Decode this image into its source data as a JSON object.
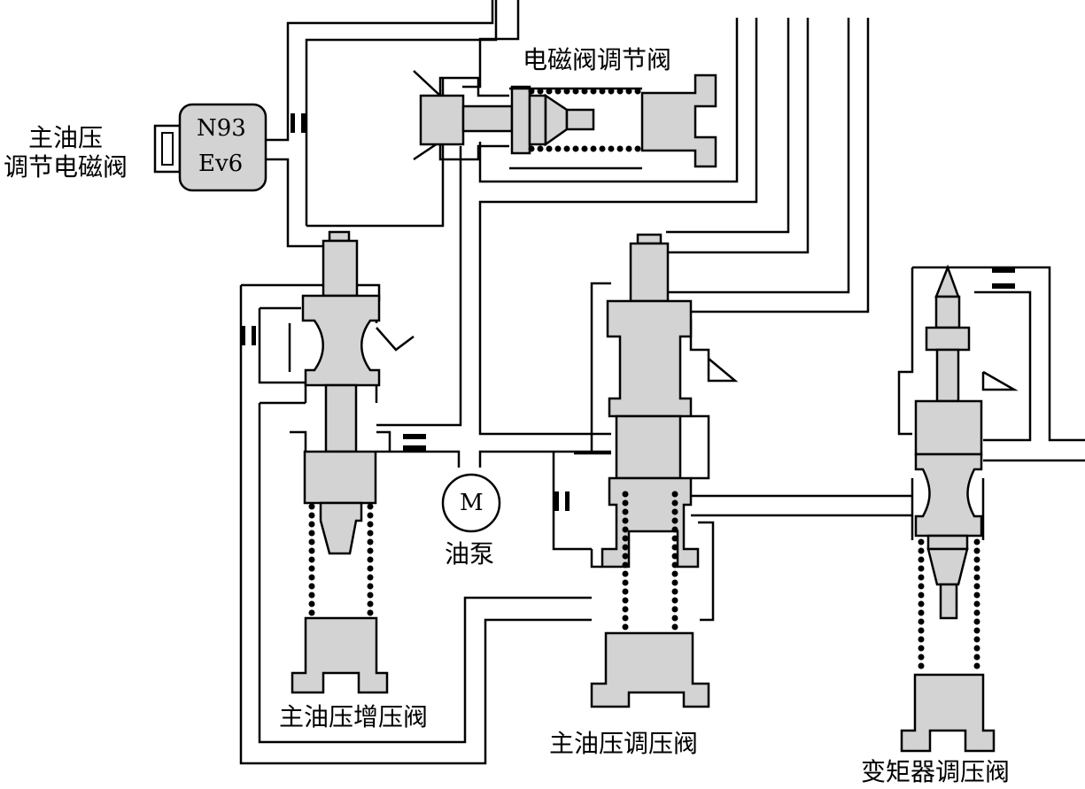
{
  "labels": {
    "solenoid_title_line1": "主油压",
    "solenoid_title_line2": "调节电磁阀",
    "solenoid_code_line1": "N93",
    "solenoid_code_line2": "Ev6",
    "solenoid_regulator_valve": "电磁阀调节阀",
    "pump_symbol": "M",
    "pump_label": "油泵",
    "booster_valve": "主油压增压阀",
    "main_regulator_valve": "主油压调压阀",
    "converter_regulator_valve": "变矩器调压阀"
  },
  "colors": {
    "valve_fill": "#d3d3d3",
    "line": "#000000",
    "background": "#ffffff"
  }
}
